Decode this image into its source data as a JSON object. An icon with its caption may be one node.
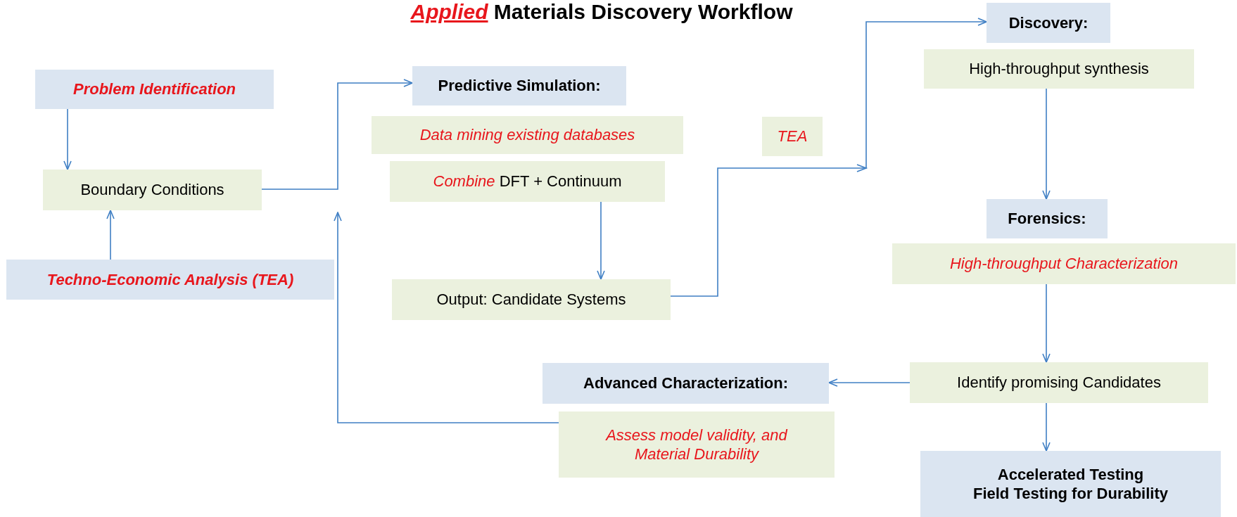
{
  "diagram": {
    "title": "*Applied* Materials Discovery Workflow",
    "nodes": [
      {
        "text": [
          "Problem Identification"
        ]
      },
      {
        "text": [
          "Boundary Conditions"
        ]
      },
      {
        "text": [
          "Techno-Economic Analysis (TEA)"
        ]
      },
      {
        "text": [
          "Predictive Simulation:"
        ]
      },
      {
        "text": [
          "Data mining existing databases"
        ]
      },
      {
        "text": [
          "*Combine* DFT + Continuum"
        ]
      },
      {
        "text": [
          "Output: Candidate Systems"
        ]
      },
      {
        "text": [
          "TEA"
        ]
      },
      {
        "text": [
          "Discovery:"
        ]
      },
      {
        "text": [
          "High-throughput synthesis"
        ]
      },
      {
        "text": [
          "Forensics:"
        ]
      },
      {
        "text": [
          "High-throughput Characterization"
        ]
      },
      {
        "text": [
          "Identify promising Candidates"
        ]
      },
      {
        "text": [
          "Accelerated Testing",
          "Field Testing for Durability"
        ]
      },
      {
        "text": [
          "Advanced Characterization:"
        ]
      },
      {
        "text": [
          "Assess model validity, and Material Durability"
        ]
      }
    ],
    "edges": [
      {
        "from": 0,
        "to": 1,
        "arrow": "to"
      },
      {
        "from": 2,
        "to": 1,
        "arrow": "to"
      },
      {
        "from": 1,
        "to": 3,
        "arrow": "to"
      },
      {
        "from": 15,
        "to": null,
        "arrow": "to"
      },
      {
        "from": 5,
        "to": 6,
        "arrow": "to"
      },
      {
        "from": 6,
        "to": 8,
        "arrow": "to"
      },
      {
        "from": 9,
        "to": 10,
        "arrow": "to"
      },
      {
        "from": 11,
        "to": 12,
        "arrow": "to"
      },
      {
        "from": 12,
        "to": 14,
        "arrow": "to"
      },
      {
        "from": 12,
        "to": 13,
        "arrow": "to"
      }
    ]
  }
}
